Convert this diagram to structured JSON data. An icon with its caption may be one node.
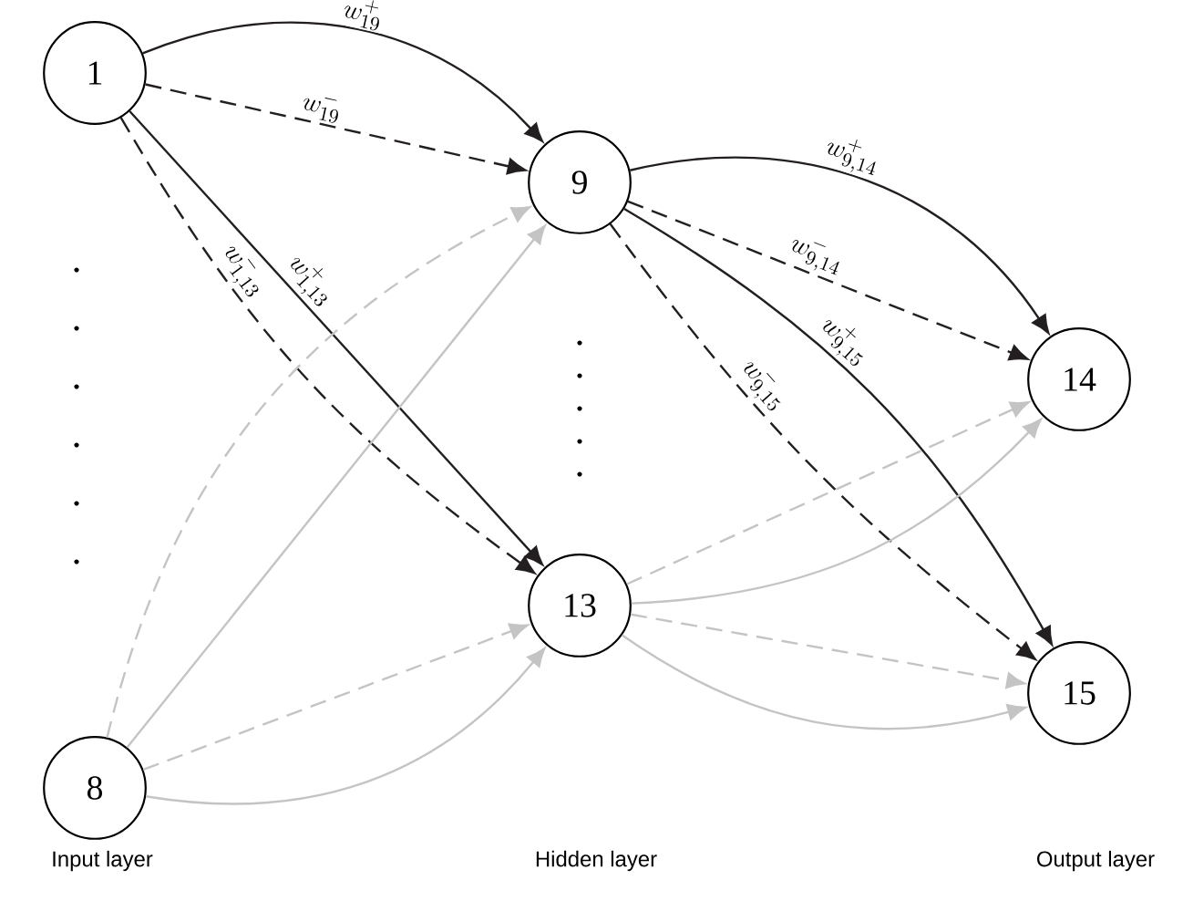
{
  "diagram": {
    "nodes": [
      {
        "text": [
          "1"
        ]
      },
      {
        "text": [
          "8"
        ]
      },
      {
        "text": [
          "9"
        ]
      },
      {
        "text": [
          "13"
        ]
      },
      {
        "text": [
          "14"
        ]
      },
      {
        "text": [
          "15"
        ]
      }
    ],
    "edges": [
      {
        "from": 0,
        "to": 2,
        "arrow": "to",
        "color": "#231f20",
        "label": "w^{+}_{19}"
      },
      {
        "from": 0,
        "to": 2,
        "arrow": "to",
        "style": "dashed",
        "color": "#231f20",
        "label": "w^{-}_{19}"
      },
      {
        "from": 0,
        "to": 3,
        "arrow": "to",
        "color": "#231f20",
        "label": "w^{+}_{1,13}"
      },
      {
        "from": 0,
        "to": 3,
        "arrow": "to",
        "style": "dashed",
        "color": "#231f20",
        "label": "w^{-}_{1,13}"
      },
      {
        "from": 2,
        "to": 4,
        "arrow": "to",
        "color": "#231f20",
        "label": "w^{+}_{9,14}"
      },
      {
        "from": 2,
        "to": 4,
        "arrow": "to",
        "style": "dashed",
        "color": "#231f20",
        "label": "w^{-}_{9,14}"
      },
      {
        "from": 2,
        "to": 5,
        "arrow": "to",
        "color": "#231f20",
        "label": "w^{+}_{9,15}"
      },
      {
        "from": 2,
        "to": 5,
        "arrow": "to",
        "style": "dashed",
        "color": "#231f20",
        "label": "w^{-}_{9,15}"
      },
      {
        "from": 1,
        "to": 2,
        "arrow": "to",
        "style": "dashed",
        "color": "#c4c4c4"
      },
      {
        "from": 1,
        "to": 2,
        "arrow": "to",
        "color": "#c4c4c4"
      },
      {
        "from": 1,
        "to": 3,
        "arrow": "to",
        "style": "dashed",
        "color": "#c4c4c4"
      },
      {
        "from": 1,
        "to": 3,
        "arrow": "to",
        "color": "#c4c4c4"
      },
      {
        "from": 3,
        "to": 4,
        "arrow": "to",
        "style": "dashed",
        "color": "#c4c4c4"
      },
      {
        "from": 3,
        "to": 4,
        "arrow": "to",
        "color": "#c4c4c4"
      },
      {
        "from": 3,
        "to": 5,
        "arrow": "to",
        "style": "dashed",
        "color": "#c4c4c4"
      },
      {
        "from": 3,
        "to": 5,
        "arrow": "to",
        "color": "#c4c4c4"
      }
    ],
    "labels": [
      "Input layer",
      "Hidden layer",
      "Output layer"
    ]
  }
}
